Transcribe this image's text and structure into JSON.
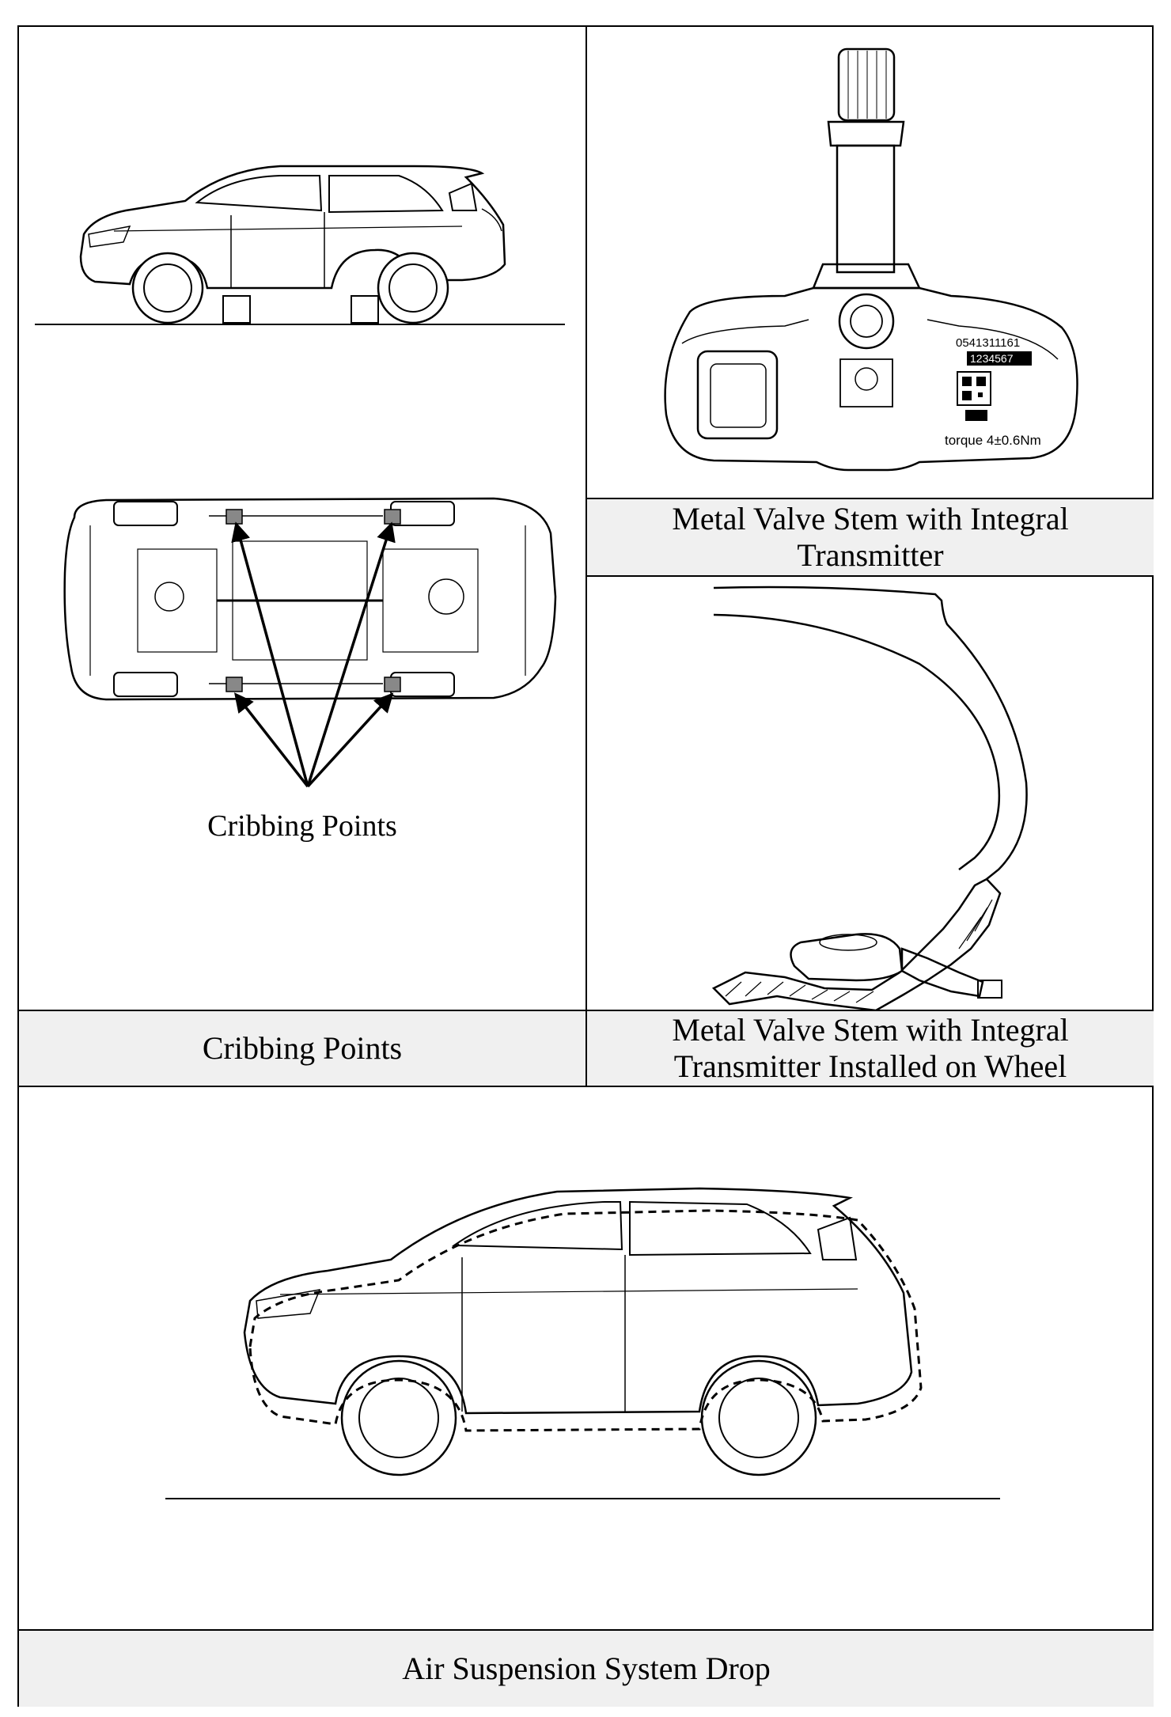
{
  "panels": {
    "top_left": {
      "inline_label": "Cribbing Points",
      "caption": "Cribbing Points"
    },
    "top_right": {
      "caption_line1": "Metal Valve Stem with Integral",
      "caption_line2": "Transmitter",
      "sensor_text": {
        "serial": "0541311161",
        "code": "1234567",
        "torque": "torque 4±0.6Nm"
      }
    },
    "middle_right": {
      "caption_line1": "Metal Valve Stem with Integral",
      "caption_line2": "Transmitter Installed on Wheel"
    },
    "bottom": {
      "caption": "Air Suspension System Drop"
    }
  },
  "colors": {
    "caption_bg": "#f0f0f0",
    "line": "#000000"
  }
}
